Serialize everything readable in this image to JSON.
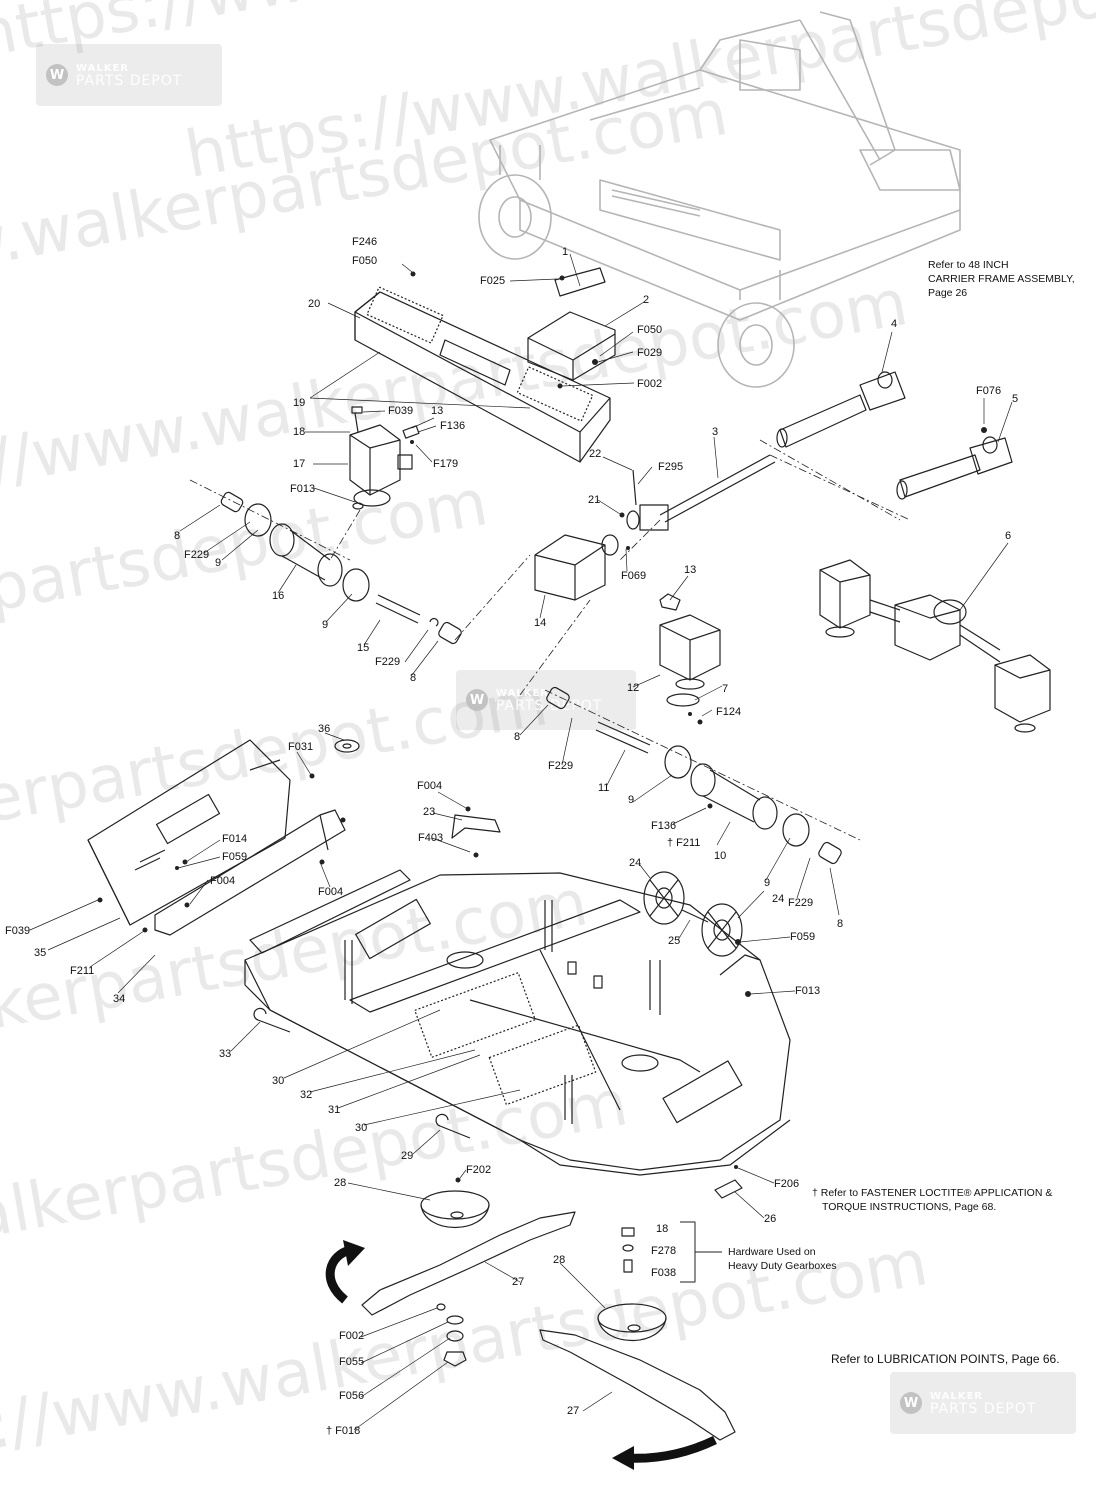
{
  "watermark": {
    "line_text": "https://www.walkerpartsdepot.com",
    "logo_line1": "WALKER",
    "logo_line2": "PARTS DEPOT",
    "logo_letter": "W"
  },
  "callouts": [
    {
      "id": "c-f246",
      "text": "F246"
    },
    {
      "id": "c-f050a",
      "text": "F050"
    },
    {
      "id": "c-1",
      "text": "1"
    },
    {
      "id": "c-f025",
      "text": "F025"
    },
    {
      "id": "c-20",
      "text": "20"
    },
    {
      "id": "c-2",
      "text": "2"
    },
    {
      "id": "c-f050b",
      "text": "F050"
    },
    {
      "id": "c-f029",
      "text": "F029"
    },
    {
      "id": "c-f002a",
      "text": "F002"
    },
    {
      "id": "c-19",
      "text": "19"
    },
    {
      "id": "c-f039a",
      "text": "F039"
    },
    {
      "id": "c-13a",
      "text": "13"
    },
    {
      "id": "c-18a",
      "text": "18"
    },
    {
      "id": "c-f136a",
      "text": "F136"
    },
    {
      "id": "c-17",
      "text": "17"
    },
    {
      "id": "c-f179",
      "text": "F179"
    },
    {
      "id": "c-f013a",
      "text": "F013"
    },
    {
      "id": "c-4",
      "text": "4"
    },
    {
      "id": "c-f076",
      "text": "F076"
    },
    {
      "id": "c-5",
      "text": "5"
    },
    {
      "id": "c-3",
      "text": "3"
    },
    {
      "id": "c-22",
      "text": "22"
    },
    {
      "id": "c-f295",
      "text": "F295"
    },
    {
      "id": "c-21",
      "text": "21"
    },
    {
      "id": "c-f069",
      "text": "F069"
    },
    {
      "id": "c-8a",
      "text": "8"
    },
    {
      "id": "c-f229a",
      "text": "F229"
    },
    {
      "id": "c-9a",
      "text": "9"
    },
    {
      "id": "c-16",
      "text": "16"
    },
    {
      "id": "c-9b",
      "text": "9"
    },
    {
      "id": "c-15",
      "text": "15"
    },
    {
      "id": "c-f229b",
      "text": "F229"
    },
    {
      "id": "c-8b",
      "text": "8"
    },
    {
      "id": "c-14",
      "text": "14"
    },
    {
      "id": "c-6",
      "text": "6"
    },
    {
      "id": "c-13b",
      "text": "13"
    },
    {
      "id": "c-12",
      "text": "12"
    },
    {
      "id": "c-7",
      "text": "7"
    },
    {
      "id": "c-f124",
      "text": "F124"
    },
    {
      "id": "c-8c",
      "text": "8"
    },
    {
      "id": "c-f229c",
      "text": "F229"
    },
    {
      "id": "c-11",
      "text": "11"
    },
    {
      "id": "c-9c",
      "text": "9"
    },
    {
      "id": "c-f136b",
      "text": "F136"
    },
    {
      "id": "c-f211a",
      "text": "† F211"
    },
    {
      "id": "c-10",
      "text": "10"
    },
    {
      "id": "c-9d",
      "text": "9"
    },
    {
      "id": "c-f229d",
      "text": "F229"
    },
    {
      "id": "c-8d",
      "text": "8"
    },
    {
      "id": "c-36",
      "text": "36"
    },
    {
      "id": "c-f031",
      "text": "F031"
    },
    {
      "id": "c-f004a",
      "text": "F004"
    },
    {
      "id": "c-23",
      "text": "23"
    },
    {
      "id": "c-f403",
      "text": "F403"
    },
    {
      "id": "c-f014",
      "text": "F014"
    },
    {
      "id": "c-f059a",
      "text": "F059"
    },
    {
      "id": "c-f004b",
      "text": "F004"
    },
    {
      "id": "c-f004c",
      "text": "F004"
    },
    {
      "id": "c-f039b",
      "text": "F039"
    },
    {
      "id": "c-35",
      "text": "35"
    },
    {
      "id": "c-f211b",
      "text": "F211"
    },
    {
      "id": "c-34",
      "text": "34"
    },
    {
      "id": "c-24a",
      "text": "24"
    },
    {
      "id": "c-24b",
      "text": "24"
    },
    {
      "id": "c-25",
      "text": "25"
    },
    {
      "id": "c-f059b",
      "text": "F059"
    },
    {
      "id": "c-f013b",
      "text": "F013"
    },
    {
      "id": "c-33",
      "text": "33"
    },
    {
      "id": "c-30a",
      "text": "30"
    },
    {
      "id": "c-32",
      "text": "32"
    },
    {
      "id": "c-31",
      "text": "31"
    },
    {
      "id": "c-30b",
      "text": "30"
    },
    {
      "id": "c-29",
      "text": "29"
    },
    {
      "id": "c-f202",
      "text": "F202"
    },
    {
      "id": "c-28a",
      "text": "28"
    },
    {
      "id": "c-f206",
      "text": "F206"
    },
    {
      "id": "c-26",
      "text": "26"
    },
    {
      "id": "c-18b",
      "text": "18"
    },
    {
      "id": "c-f278",
      "text": "F278"
    },
    {
      "id": "c-f038",
      "text": "F038"
    },
    {
      "id": "c-27a",
      "text": "27"
    },
    {
      "id": "c-28b",
      "text": "28"
    },
    {
      "id": "c-f002b",
      "text": "F002"
    },
    {
      "id": "c-f055",
      "text": "F055"
    },
    {
      "id": "c-f056",
      "text": "F056"
    },
    {
      "id": "c-f018",
      "text": "† F018"
    },
    {
      "id": "c-27b",
      "text": "27"
    }
  ],
  "notes": {
    "carrier_ref_line1": "Refer to 48 INCH",
    "carrier_ref_line2": "CARRIER FRAME ASSEMBLY,",
    "carrier_ref_line3": "Page 26",
    "hardware_line1": "Hardware Used on",
    "hardware_line2": "Heavy Duty Gearboxes",
    "loctite_line1": "† Refer to FASTENER LOCTITE® APPLICATION &",
    "loctite_line2": "TORQUE INSTRUCTIONS, Page 68.",
    "lubrication": "Refer to LUBRICATION POINTS, Page 66."
  }
}
